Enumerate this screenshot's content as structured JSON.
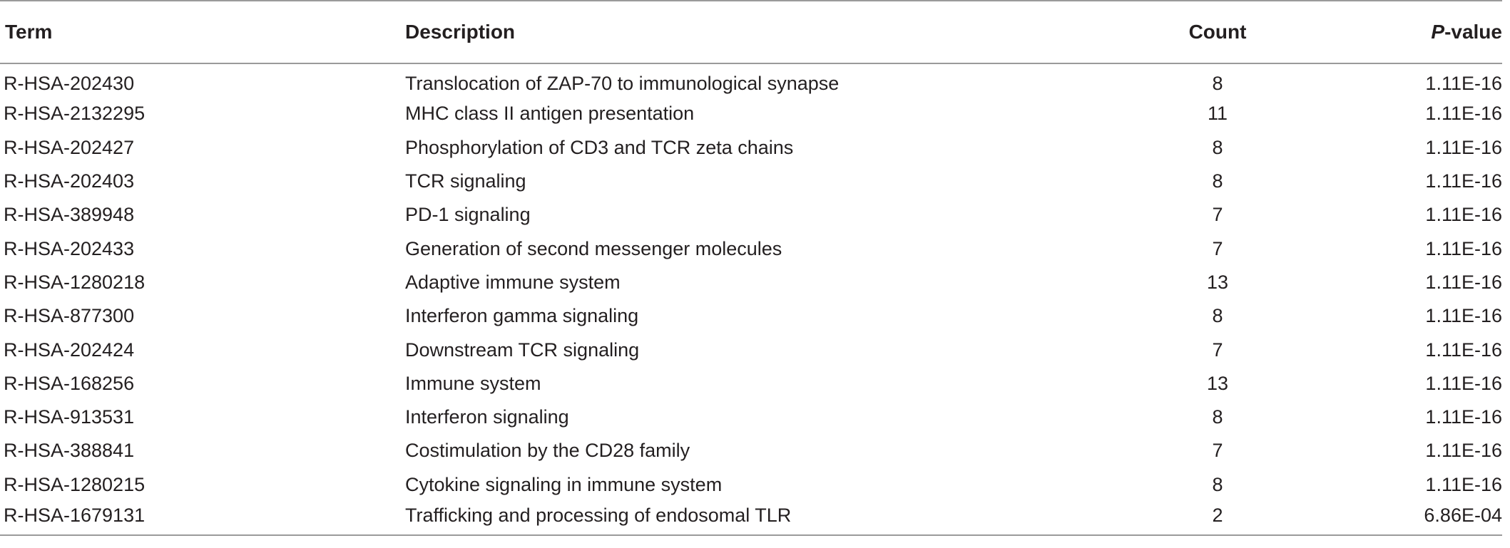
{
  "table": {
    "headers": {
      "term": "Term",
      "description": "Description",
      "count": "Count",
      "p_prefix": "P",
      "p_suffix": "-value"
    },
    "rows": [
      {
        "term": "R-HSA-202430",
        "description": "Translocation of ZAP-70 to immunological synapse",
        "count": "8",
        "p_value": "1.11E-16"
      },
      {
        "term": "R-HSA-2132295",
        "description": "MHC class II antigen presentation",
        "count": "11",
        "p_value": "1.11E-16"
      },
      {
        "term": "R-HSA-202427",
        "description": "Phosphorylation of CD3 and TCR zeta chains",
        "count": "8",
        "p_value": "1.11E-16"
      },
      {
        "term": "R-HSA-202403",
        "description": "TCR signaling",
        "count": "8",
        "p_value": "1.11E-16"
      },
      {
        "term": "R-HSA-389948",
        "description": "PD-1 signaling",
        "count": "7",
        "p_value": "1.11E-16"
      },
      {
        "term": "R-HSA-202433",
        "description": "Generation of second messenger molecules",
        "count": "7",
        "p_value": "1.11E-16"
      },
      {
        "term": "R-HSA-1280218",
        "description": "Adaptive immune system",
        "count": "13",
        "p_value": "1.11E-16"
      },
      {
        "term": "R-HSA-877300",
        "description": "Interferon gamma signaling",
        "count": "8",
        "p_value": "1.11E-16"
      },
      {
        "term": "R-HSA-202424",
        "description": "Downstream TCR signaling",
        "count": "7",
        "p_value": "1.11E-16"
      },
      {
        "term": "R-HSA-168256",
        "description": "Immune system",
        "count": "13",
        "p_value": "1.11E-16"
      },
      {
        "term": "R-HSA-913531",
        "description": "Interferon signaling",
        "count": "8",
        "p_value": "1.11E-16"
      },
      {
        "term": "R-HSA-388841",
        "description": "Costimulation by the CD28 family",
        "count": "7",
        "p_value": "1.11E-16"
      },
      {
        "term": "R-HSA-1280215",
        "description": "Cytokine signaling in immune system",
        "count": "8",
        "p_value": "1.11E-16"
      },
      {
        "term": "R-HSA-1679131",
        "description": "Trafficking and processing of endosomal TLR",
        "count": "2",
        "p_value": "6.86E-04"
      }
    ]
  }
}
